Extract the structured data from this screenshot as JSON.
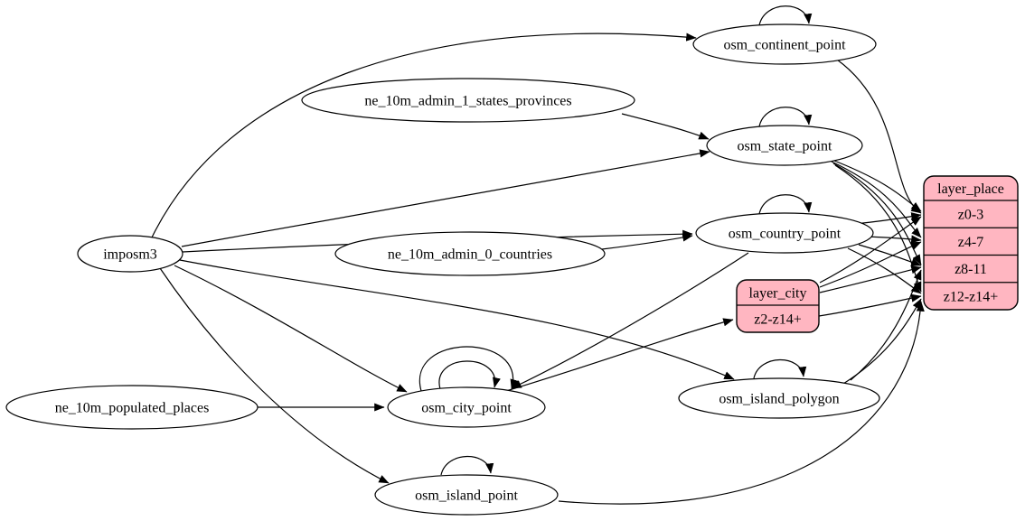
{
  "diagram": {
    "title": "place layer ETL graph",
    "background_color": "#FFFFFF",
    "node_fill_color": "#FFFFFF",
    "record_fill_color": "#FFB6C1",
    "stroke_color": "#000000"
  },
  "nodes": [
    {
      "id": "imposm3",
      "type": "ellipse",
      "label": "imposm3"
    },
    {
      "id": "ne_10m_admin_1_states_provinces",
      "type": "ellipse",
      "label": "ne_10m_admin_1_states_provinces"
    },
    {
      "id": "ne_10m_admin_0_countries",
      "type": "ellipse",
      "label": "ne_10m_admin_0_countries"
    },
    {
      "id": "ne_10m_populated_places",
      "type": "ellipse",
      "label": "ne_10m_populated_places"
    },
    {
      "id": "osm_continent_point",
      "type": "ellipse",
      "label": "osm_continent_point"
    },
    {
      "id": "osm_state_point",
      "type": "ellipse",
      "label": "osm_state_point"
    },
    {
      "id": "osm_country_point",
      "type": "ellipse",
      "label": "osm_country_point"
    },
    {
      "id": "osm_city_point",
      "type": "ellipse",
      "label": "osm_city_point"
    },
    {
      "id": "osm_island_polygon",
      "type": "ellipse",
      "label": "osm_island_polygon"
    },
    {
      "id": "osm_island_point",
      "type": "ellipse",
      "label": "osm_island_point"
    },
    {
      "id": "layer_city",
      "type": "record",
      "title": "layer_city",
      "rows": [
        "z2-z14+"
      ]
    },
    {
      "id": "layer_place",
      "type": "record",
      "title": "layer_place",
      "rows": [
        "z0-3",
        "z4-7",
        "z8-11",
        "z12-z14+"
      ]
    }
  ],
  "edges": [
    {
      "from": "imposm3",
      "to": "osm_continent_point"
    },
    {
      "from": "imposm3",
      "to": "osm_state_point"
    },
    {
      "from": "imposm3",
      "to": "osm_country_point"
    },
    {
      "from": "imposm3",
      "to": "osm_city_point"
    },
    {
      "from": "imposm3",
      "to": "osm_island_polygon"
    },
    {
      "from": "imposm3",
      "to": "osm_island_point"
    },
    {
      "from": "ne_10m_admin_1_states_provinces",
      "to": "osm_state_point"
    },
    {
      "from": "ne_10m_admin_0_countries",
      "to": "osm_country_point"
    },
    {
      "from": "ne_10m_populated_places",
      "to": "osm_city_point"
    },
    {
      "from": "osm_continent_point",
      "to": "osm_continent_point"
    },
    {
      "from": "osm_state_point",
      "to": "osm_state_point"
    },
    {
      "from": "osm_country_point",
      "to": "osm_country_point"
    },
    {
      "from": "osm_city_point",
      "to": "osm_city_point"
    },
    {
      "from": "osm_city_point",
      "to": "osm_city_point"
    },
    {
      "from": "osm_island_polygon",
      "to": "osm_island_polygon"
    },
    {
      "from": "osm_island_point",
      "to": "osm_island_point"
    },
    {
      "from": "osm_continent_point",
      "to": "layer_place",
      "port": "z0-3"
    },
    {
      "from": "osm_state_point",
      "to": "layer_place",
      "port": "z0-3"
    },
    {
      "from": "osm_state_point",
      "to": "layer_place",
      "port": "z4-7"
    },
    {
      "from": "osm_state_point",
      "to": "layer_place",
      "port": "z8-11"
    },
    {
      "from": "osm_state_point",
      "to": "layer_place",
      "port": "z12-z14+"
    },
    {
      "from": "osm_country_point",
      "to": "layer_place",
      "port": "z0-3"
    },
    {
      "from": "osm_country_point",
      "to": "layer_place",
      "port": "z4-7"
    },
    {
      "from": "osm_country_point",
      "to": "layer_place",
      "port": "z8-11"
    },
    {
      "from": "osm_country_point",
      "to": "layer_place",
      "port": "z12-z14+"
    },
    {
      "from": "osm_country_point",
      "to": "osm_city_point"
    },
    {
      "from": "osm_city_point",
      "to": "layer_city",
      "port": "z2-z14+"
    },
    {
      "from": "layer_city",
      "to": "layer_place",
      "port": "z0-3"
    },
    {
      "from": "layer_city",
      "to": "layer_place",
      "port": "z4-7"
    },
    {
      "from": "layer_city",
      "to": "layer_place",
      "port": "z8-11"
    },
    {
      "from": "layer_city",
      "to": "layer_place",
      "port": "z12-z14+"
    },
    {
      "from": "osm_island_polygon",
      "to": "layer_place",
      "port": "z8-11"
    },
    {
      "from": "osm_island_polygon",
      "to": "layer_place",
      "port": "z12-z14+"
    },
    {
      "from": "osm_island_point",
      "to": "layer_place",
      "port": "z12-z14+"
    }
  ]
}
